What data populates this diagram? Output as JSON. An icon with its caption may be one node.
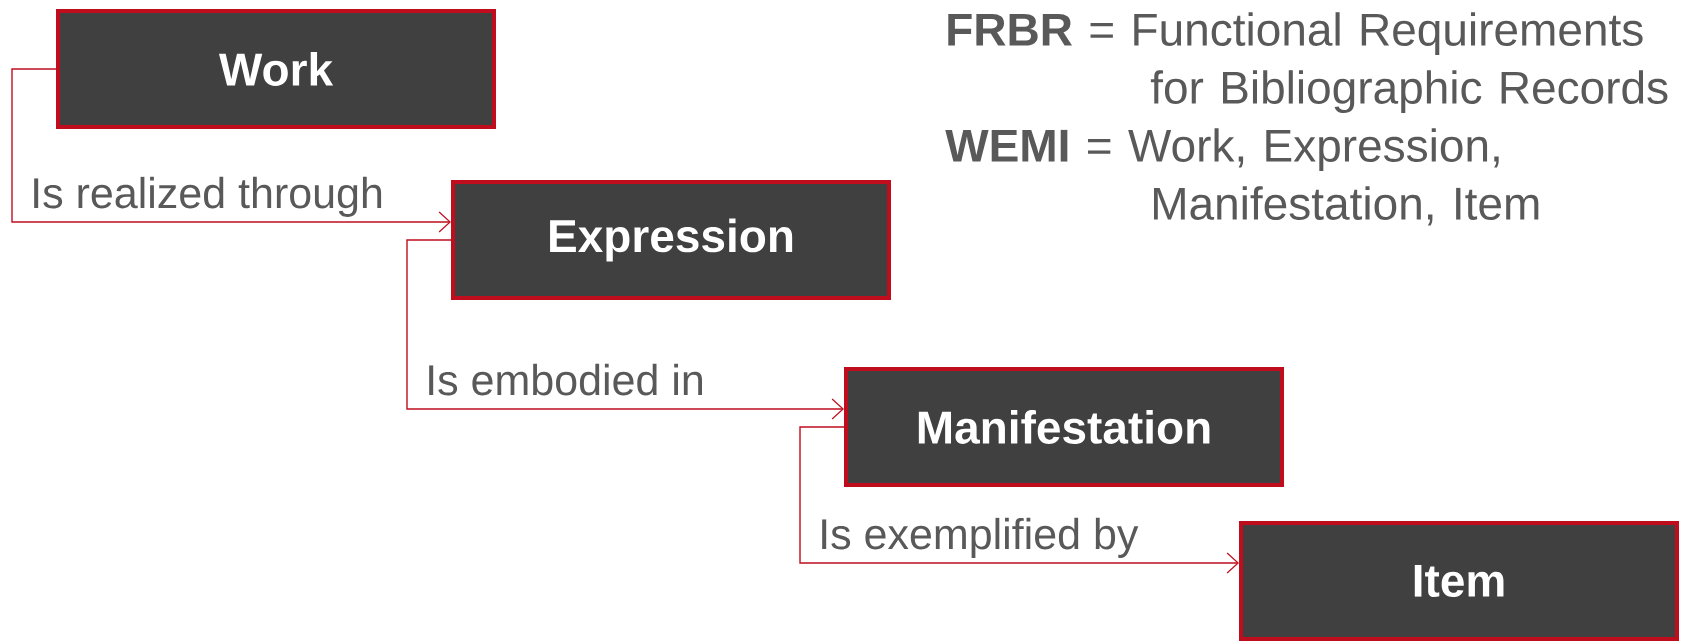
{
  "diagram": {
    "nodes": [
      {
        "text": [
          "Work"
        ]
      },
      {
        "text": [
          "Expression"
        ]
      },
      {
        "text": [
          "Manifestation"
        ]
      },
      {
        "text": [
          "Item"
        ]
      }
    ],
    "edges": [
      {
        "from": 0,
        "to": 1,
        "arrow": "to",
        "label": "Is realized through"
      },
      {
        "from": 1,
        "to": 2,
        "arrow": "to",
        "label": "Is embodied in"
      },
      {
        "from": 2,
        "to": 3,
        "arrow": "to",
        "label": "Is exemplified by"
      }
    ],
    "labels": [
      "**FRBR** = Functional Requirements for Bibliographic Records",
      "**WEMI** = Work, Expression, Manifestation, Item"
    ]
  }
}
